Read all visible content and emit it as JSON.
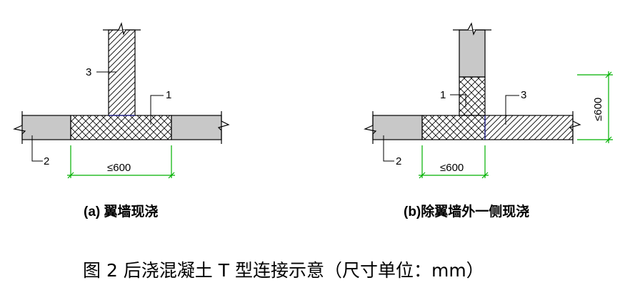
{
  "figure": {
    "title": "图 2 后浇混凝土 T 型连接示意（尺寸单位：mm）",
    "colors": {
      "line": "#000000",
      "concrete_fill": "#c8c8c8",
      "dimension": "#00b000",
      "frame": "#2a2aa0"
    },
    "left": {
      "caption": "(a) 翼墙现浇",
      "dimension": "≤600",
      "labels": {
        "one": "1",
        "two": "2",
        "three": "3"
      }
    },
    "right": {
      "caption": "(b)除翼墙外一侧现浇",
      "dimension_horizontal": "≤600",
      "dimension_vertical": "≤600",
      "labels": {
        "one": "1",
        "two": "2",
        "three": "3"
      }
    }
  }
}
